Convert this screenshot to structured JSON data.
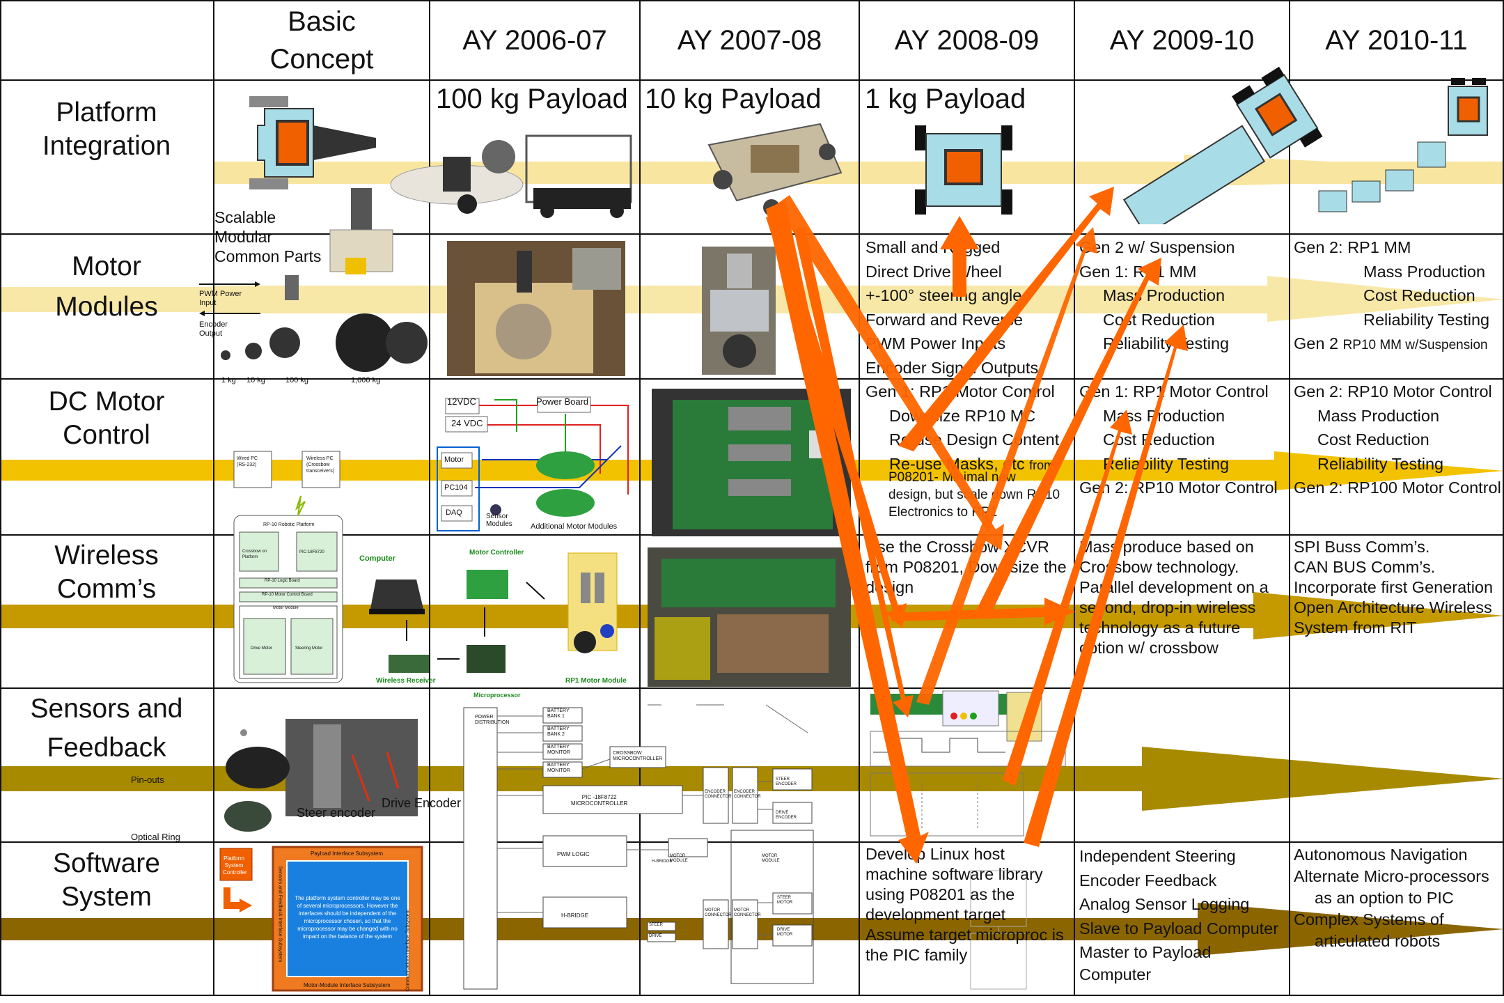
{
  "headers": {
    "basic_concept": [
      "Basic",
      "Concept"
    ],
    "years": [
      "AY 2006-07",
      "AY 2007-08",
      "AY 2008-09",
      "AY 2009-10",
      "AY 2010-11"
    ]
  },
  "rows": [
    {
      "id": "platform",
      "label": [
        "Platform",
        "Integration"
      ]
    },
    {
      "id": "motor",
      "label": [
        "Motor",
        "Modules"
      ]
    },
    {
      "id": "dcmotor",
      "label": [
        "DC Motor",
        "Control"
      ]
    },
    {
      "id": "wireless",
      "label": [
        "Wireless",
        "Comm’s"
      ]
    },
    {
      "id": "sensors",
      "label": [
        "Sensors and",
        "Feedback"
      ]
    },
    {
      "id": "software",
      "label": [
        "Software",
        "System"
      ]
    }
  ],
  "platform": {
    "payloads": [
      "100 kg Payload",
      "10 kg Payload",
      "1 kg Payload"
    ]
  },
  "motor_modules": {
    "concept_labels": [
      "Scalable",
      "Modular",
      "Common Parts"
    ],
    "io_labels": [
      "PWM Power",
      "Input",
      "Encoder",
      "Output"
    ],
    "scale_labels": [
      "1 kg",
      "10 kg",
      "100 kg",
      "1,000 kg"
    ],
    "ay0809": [
      "Small and Rugged",
      "Direct Drive Wheel",
      "+-100° steering angle",
      "Forward and Reverse",
      "PWM Power Inputs",
      "Encoder Signal Outputs"
    ],
    "ay0910": [
      "Gen 2 w/ Suspension",
      "Gen 1: RP1 MM",
      "Mass Production",
      "Cost Reduction",
      "Reliability Testing"
    ],
    "ay1011": [
      "Gen 2: RP1 MM",
      "Mass Production",
      "Cost Reduction",
      "Reliability Testing",
      "Gen 2 ",
      "RP10 MM w/Suspension"
    ]
  },
  "dc_motor_control": {
    "concept_boxes": [
      "Wired PC",
      "(RS-232)",
      "Wireless PC",
      "(Crossbow",
      "transceivers)",
      "RP-10 Robotic Platform",
      "Crossbow on",
      "Platform",
      "PIC-18F8720",
      "RP-10 Logic Board",
      "RP-10 Motor Control Board",
      "Motor Module",
      "Drive Motor",
      "Steering Motor"
    ],
    "ay0607_labels": [
      "12VDC",
      "24 VDC",
      "Power Board",
      "Motor",
      "PC104",
      "DAQ",
      "Sensor",
      "Modules",
      "Additional Motor Modules"
    ],
    "ay0809": [
      "Gen 1: RP1 Motor Control",
      "Downsize RP10 MC",
      "Re-use Design Content",
      "Re-use Masks, etc ",
      "from",
      "P08201- Minimal new",
      "design, but scale down RP10",
      "Electronics to RP1"
    ],
    "ay0910": [
      "Gen 1: RP1 Motor Control",
      "Mass Production",
      "Cost Reduction",
      "Reliability Testing",
      "Gen 2: RP10 Motor Control"
    ],
    "ay1011": [
      "Gen 2: RP10 Motor Control",
      "Mass Production",
      "Cost Reduction",
      "Reliability Testing",
      "Gen 2: RP100 Motor Control"
    ]
  },
  "wireless": {
    "ay0607_labels": [
      "Computer",
      "Motor Controller",
      "Wireless Receiver",
      "RP1 Motor Module"
    ],
    "ay0809": [
      "Use the Crossbow XCVR",
      "from P08201, Downsize the",
      "design"
    ],
    "ay0910": [
      "Mass produce based on",
      "Crossbow technology.",
      "Parallel development on a",
      "second, drop-in wireless",
      "technology as a future",
      "option w/ crossbow"
    ],
    "ay1011": [
      "SPI Buss Comm’s.",
      "CAN BUS Comm’s.",
      "Incorporate first Generation",
      "Open Architecture Wireless",
      "System from RIT"
    ]
  },
  "sensors": {
    "concept_labels": [
      "Pin-outs",
      "Optical Ring",
      "Steer encoder",
      "Drive Encoder"
    ],
    "ay0607_blocks": [
      "Microprocessor",
      "POWER",
      "DISTRIBUTION",
      "BATTERY",
      "BANK 1",
      "BATTERY",
      "BANK 2",
      "BATTERY",
      "MONITOR",
      "BATTERY",
      "MONITOR",
      "CROSSBOW",
      "MICROCONTROLLER",
      "PIC -18F8722",
      "MICROCONTROLLER",
      "PWM LOGIC",
      "H-BRIDGE",
      "ENCODER",
      "CONNECTOR",
      "ENCODER",
      "CONNECTOR",
      "STEER",
      "ENCODER",
      "DRIVE",
      "ENCODER",
      "MOTOR",
      "MODULE",
      "MOTOR",
      "MODULE",
      "H-BRIDGE",
      "MOTOR",
      "CONNECTOR",
      "MOTOR",
      "CONNECTOR",
      "STEER",
      "MOTOR",
      "DRIVE",
      "MOTOR",
      "STEER",
      "DRIVE"
    ]
  },
  "software": {
    "concept_labels": [
      "Platform",
      "System",
      "Controller",
      "Payload Interface Subsystem",
      "The platform system controller may be one of several microprocessors. However the interfaces should be independent of the microprocessor chosen, so that the microprocessor may be changed with no impact on the balance of the system",
      "Motor-Module Interface Subsystem",
      "Communications Interface Subsystem",
      "Sensors and Feedback Interface Subsystem"
    ],
    "ay0809": [
      "Develop Linux host",
      "machine software library",
      "using P08201 as the",
      "development target",
      "Assume target microproc is",
      "the PIC family"
    ],
    "ay0910": [
      "Independent Steering",
      "Encoder Feedback",
      "Analog Sensor Logging",
      "Slave to Payload Computer",
      "Master to Payload",
      "Computer"
    ],
    "ay1011": [
      "Autonomous Navigation",
      "Alternate Micro-processors",
      "as an option to PIC",
      "Complex Systems of",
      "articulated robots"
    ]
  },
  "colors": {
    "band_light": "#f8e6a0",
    "band_gold": "#f0c000",
    "band_olive": "#a88a00",
    "band_brown": "#8a6500",
    "arrow_orange": "#ff6600",
    "robot_body": "#a8dce6",
    "robot_core": "#f06000",
    "grid": "#111111"
  }
}
